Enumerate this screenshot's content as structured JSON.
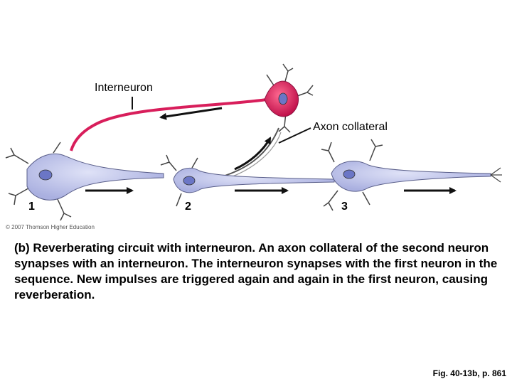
{
  "labels": {
    "interneuron": "Interneuron",
    "axon_collateral": "Axon collateral",
    "neuron_1": "1",
    "neuron_2": "2",
    "neuron_3": "3"
  },
  "copyright": "© 2007 Thomson Higher Education",
  "caption": "(b) Reverberating circuit with interneuron. An axon collateral of the second neuron synapses with an interneuron. The interneuron synapses with the first neuron in the sequence. New impulses are triggered again and again in the first neuron, causing reverberation.",
  "figure_ref": "Fig. 40-13b, p. 861",
  "colors": {
    "neuron_fill": "#b8bde6",
    "neuron_stroke": "#5a5f8a",
    "interneuron_fill": "#d81e5b",
    "nucleus": "#6b76c6"
  }
}
